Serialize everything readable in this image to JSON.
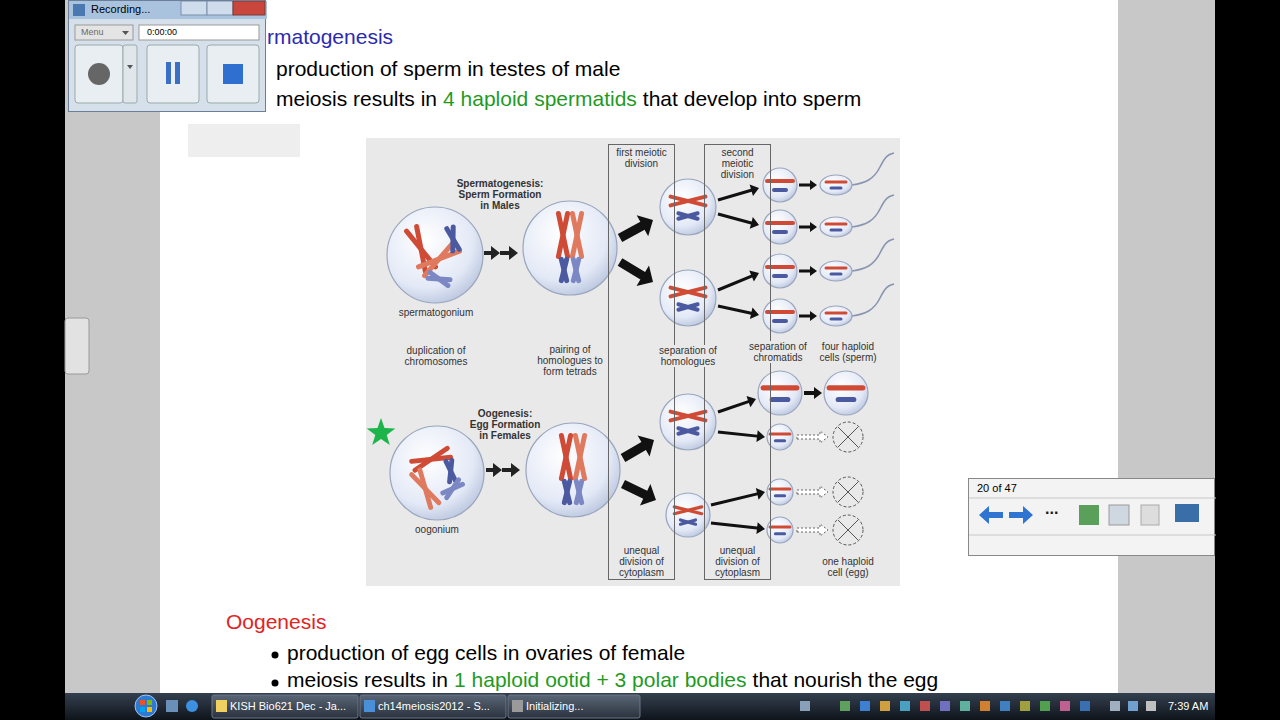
{
  "diagram": {
    "nodes": [
      {
        "text": [
          "first meiotic division",
          "unequal division of cytoplasm"
        ]
      },
      {
        "text": [
          "second meiotic division",
          "unequal division of cytoplasm"
        ]
      },
      {
        "text": [
          "Recording...",
          "Menu",
          "0:00:00"
        ]
      },
      {
        "text": [
          "20 of 47",
          "..."
        ]
      }
    ],
    "labels": [
      "rmatogenesis",
      "production of sperm in testes of male",
      "meiosis results in",
      "4 haploid spermatids",
      "that develop into sperm",
      "Spermatogenesis: Sperm Formation in Males",
      "spermatogonium",
      "duplication of chromosomes",
      "pairing of homologues to form tetrads",
      "separation of homologues",
      "separation of chromatids",
      "four haploid cells (sperm)",
      "Oogenesis: Egg Formation in Females",
      "oogonium",
      "one haploid cell (egg)",
      "Oogenesis",
      "production of egg cells in ovaries of female",
      "meiosis results in",
      "1 haploid ootid + 3 polar bodies",
      "that nourish the egg",
      "KISH Bio621 Dec - Ja...",
      "ch14meiosis2012 - S...",
      "Initializing...",
      "7:39 AM"
    ]
  }
}
